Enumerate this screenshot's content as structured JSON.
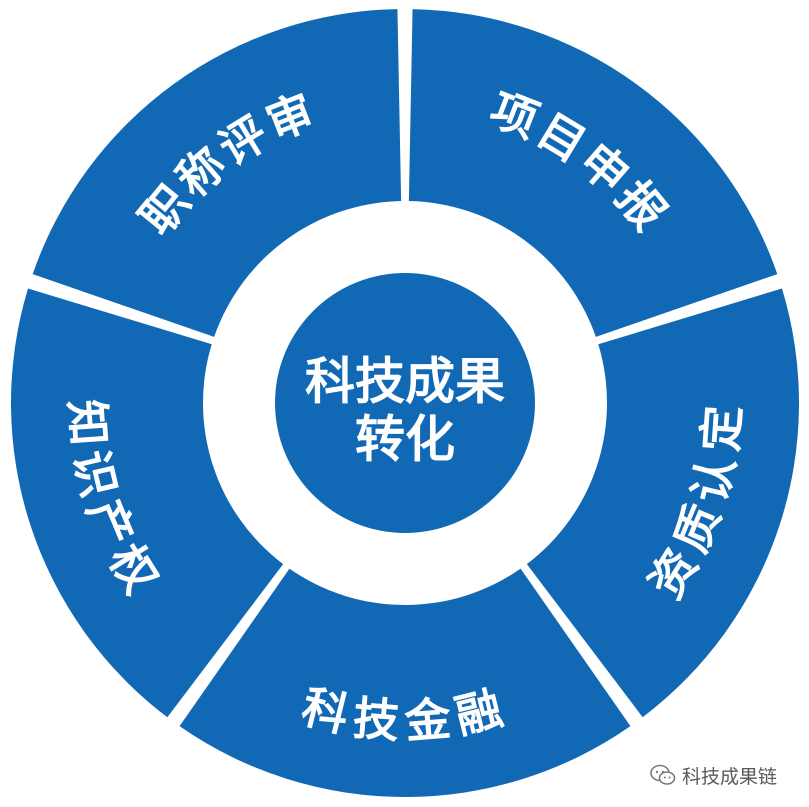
{
  "colors": {
    "ring": "#1169b5",
    "background": "#ffffff",
    "text": "#ffffff",
    "watermark": "#5a5a5a"
  },
  "center": {
    "line1": "科技成果",
    "line2": "转化"
  },
  "segments": [
    {
      "label": "项目申报"
    },
    {
      "label": "资质认定"
    },
    {
      "label": "科技金融"
    },
    {
      "label": "知识产权"
    },
    {
      "label": "职称评审"
    }
  ],
  "watermark": {
    "icon": "wechat-icon",
    "text": "科技成果链"
  }
}
